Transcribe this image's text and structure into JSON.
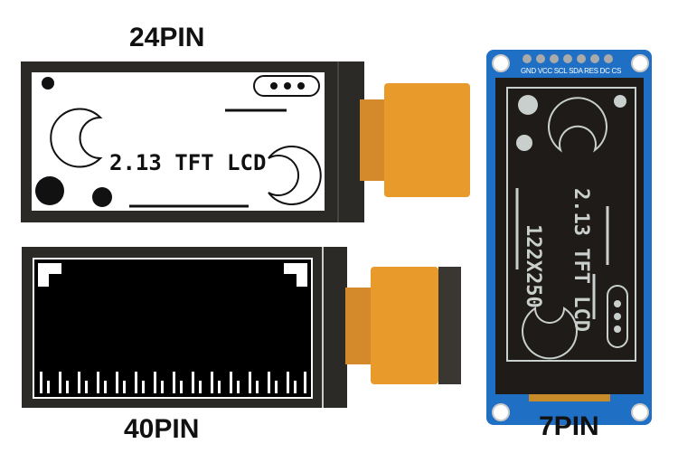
{
  "modules": [
    {
      "label": "24PIN",
      "screen_text": "2.13 TFT LCD"
    },
    {
      "label": "40PIN"
    },
    {
      "label": "7PIN",
      "pins": [
        "GND",
        "VCC",
        "SCL",
        "SDA",
        "RES",
        "DC",
        "CS"
      ],
      "screen_text": "2.13 TFT LCD",
      "resolution": "122X250"
    }
  ],
  "colors": {
    "bezel": "#2b2a26",
    "fpc": "#e89a2a",
    "pcb": "#1f6fc4",
    "screen_dark": "#1e1b19",
    "screen_fg": "#c9cfcc"
  }
}
